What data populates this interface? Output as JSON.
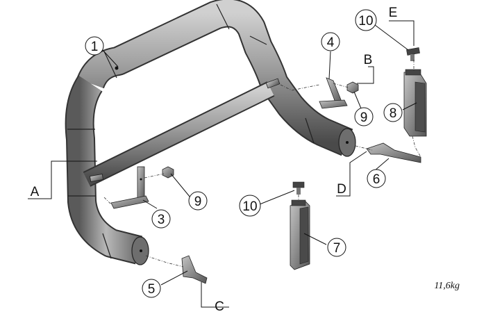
{
  "diagram": {
    "callouts": [
      {
        "id": "c1",
        "label": "1"
      },
      {
        "id": "c2",
        "label": "3"
      },
      {
        "id": "c3",
        "label": "4"
      },
      {
        "id": "c4",
        "label": "5"
      },
      {
        "id": "c5",
        "label": "6"
      },
      {
        "id": "c6",
        "label": "7"
      },
      {
        "id": "c7",
        "label": "8"
      },
      {
        "id": "c8",
        "label": "9"
      },
      {
        "id": "c9",
        "label": "9"
      },
      {
        "id": "c10",
        "label": "10"
      },
      {
        "id": "c11",
        "label": "10"
      }
    ],
    "letters": {
      "a": "A",
      "b": "B",
      "c": "C",
      "d": "D",
      "e": "E"
    },
    "weight": "11,6kg"
  }
}
